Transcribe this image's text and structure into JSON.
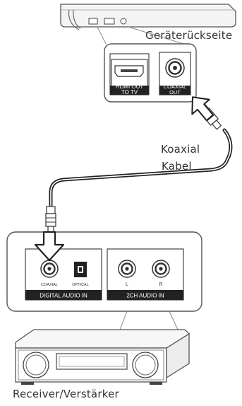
{
  "device_rear_label": "Geräterückseite",
  "cable_label_line1": "Koaxial",
  "cable_label_line2": "Kabel",
  "receiver_label": "Receiver/Verstärker",
  "player_ports": {
    "hdmi_line1": "HDMI OUT",
    "hdmi_line2": "TO TV",
    "coaxial_line1": "COAXIAL",
    "coaxial_line2": "OUT"
  },
  "receiver_ports": {
    "coaxial_small": "COAXIAL",
    "optical_small": "OPTICAL",
    "left_channel": "L",
    "right_channel": "R",
    "digital_audio_in": "DIGITAL AUDIO IN",
    "two_ch_audio_in": "2CH AUDIO IN"
  }
}
